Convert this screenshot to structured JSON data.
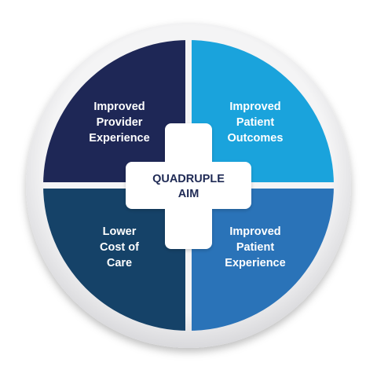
{
  "center": {
    "lines": [
      "QUADRUPLE",
      "AIM"
    ]
  },
  "quadrants": [
    {
      "id": "top-left",
      "lines": [
        "Improved",
        "Provider",
        "Experience"
      ],
      "color": "#1e2756"
    },
    {
      "id": "top-right",
      "lines": [
        "Improved",
        "Patient",
        "Outcomes"
      ],
      "color": "#1aa3dc"
    },
    {
      "id": "bottom-left",
      "lines": [
        "Lower",
        "Cost of",
        "Care"
      ],
      "color": "#154268"
    },
    {
      "id": "bottom-right",
      "lines": [
        "Improved",
        "Patient",
        "Experience"
      ],
      "color": "#2a73b8"
    }
  ],
  "colors": {
    "ring": "#ececed",
    "cross": "#ffffff",
    "center_text": "#1f2a55"
  }
}
